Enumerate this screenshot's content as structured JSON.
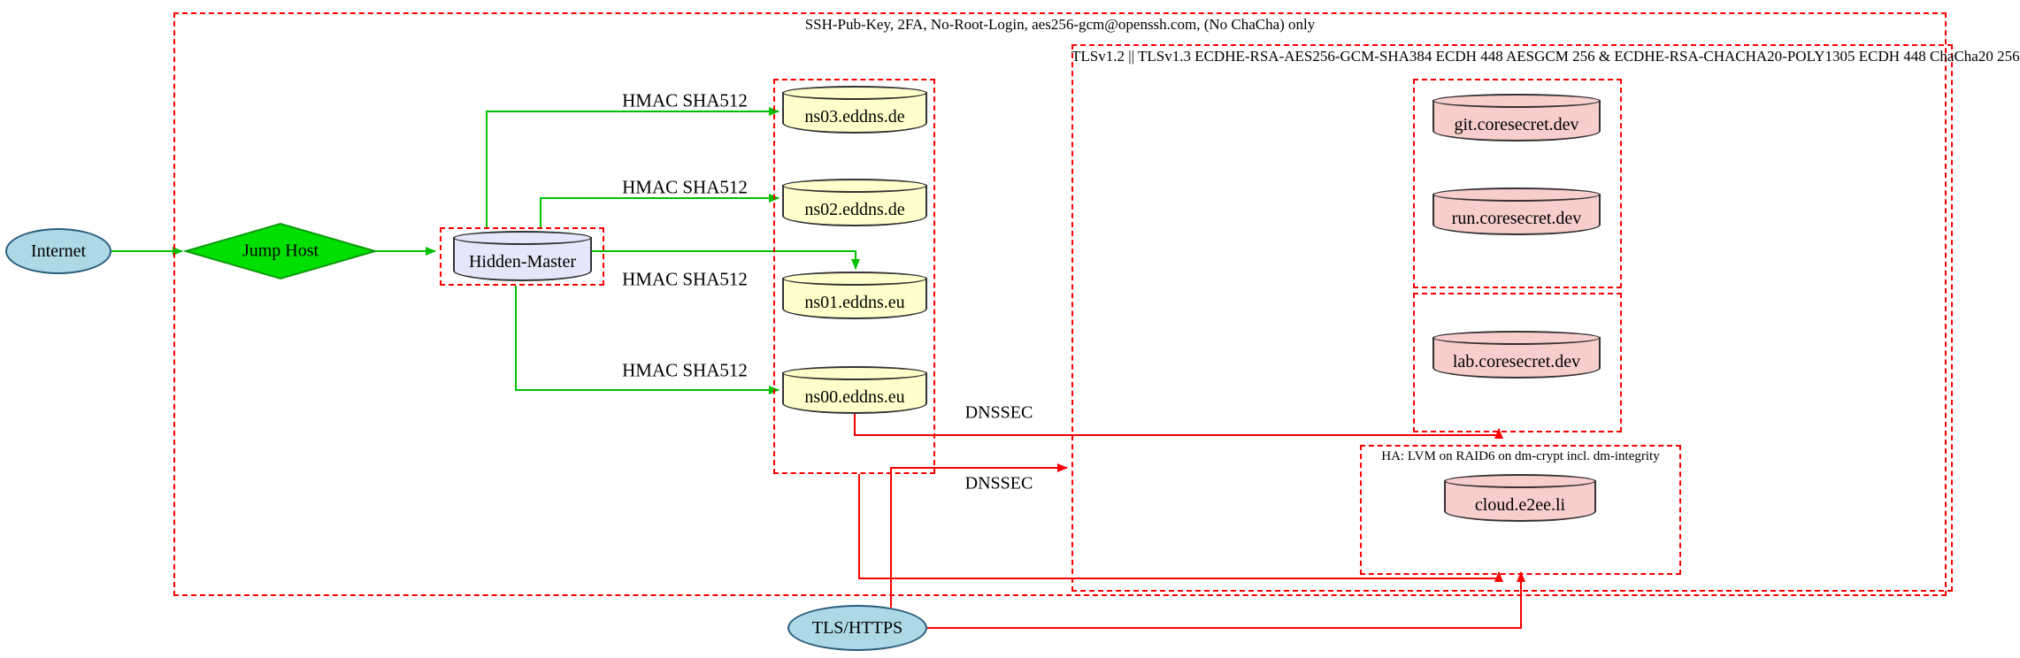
{
  "nodes": {
    "internet": "Internet",
    "jump_host": "Jump Host",
    "hidden_master": "Hidden-Master",
    "ns03": "ns03.eddns.de",
    "ns02": "ns02.eddns.de",
    "ns01": "ns01.eddns.eu",
    "ns00": "ns00.eddns.eu",
    "git": "git.coresecret.dev",
    "run": "run.coresecret.dev",
    "lab": "lab.coresecret.dev",
    "cloud": "cloud.e2ee.li",
    "tls_https": "TLS/HTTPS"
  },
  "clusters": {
    "ssh_label": "SSH-Pub-Key, 2FA, No-Root-Login, aes256-gcm@openssh.com, (No ChaCha) only",
    "tls_label": "TLSv1.2 || TLSv1.3 ECDHE-RSA-AES256-GCM-SHA384 ECDH 448 AESGCM 256 & ECDHE-RSA-CHACHA20-POLY1305 ECDH 448 ChaCha20 256",
    "ha_label": "HA: LVM on RAID6 on dm-crypt incl. dm-integrity"
  },
  "edge_labels": {
    "hmac_ns03": "HMAC SHA512",
    "hmac_ns02": "HMAC SHA512",
    "hmac_ns01": "HMAC SHA512",
    "hmac_ns00": "HMAC SHA512",
    "dnssec_1": "DNSSEC",
    "dnssec_2": "DNSSEC"
  },
  "colors": {
    "edge_green": "#00c000",
    "edge_red": "#ff0000",
    "cluster_border": "#ff0000",
    "node_yellow": "#ffffcc",
    "node_pink": "#f8cecc",
    "node_lavender": "#e6e6fa",
    "node_lightblue": "#add8e6",
    "diamond_green": "#00e000"
  }
}
